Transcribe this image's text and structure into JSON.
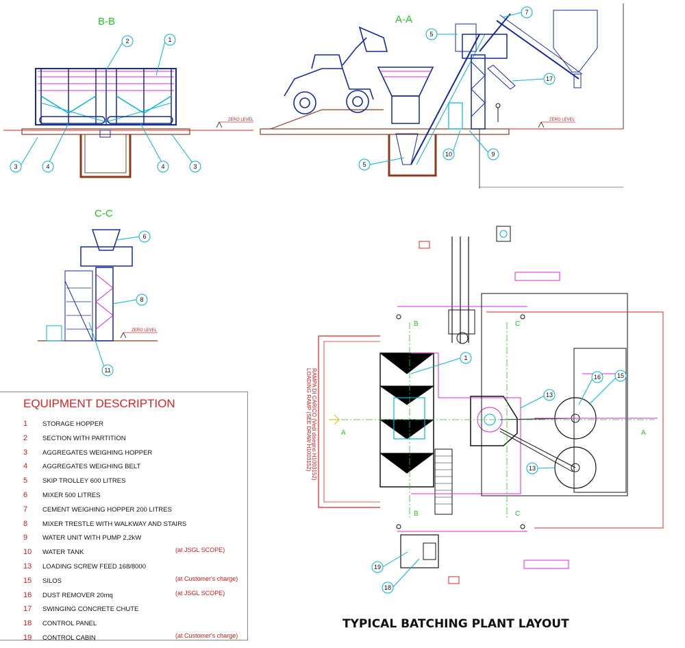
{
  "sections": {
    "bb": "B-B",
    "aa": "A-A",
    "cc": "C-C"
  },
  "zero_level": "ZERO LEVEL",
  "plan": {
    "ramp_line1": "LOADING RAMP (SEE DRAW H1003152)",
    "ramp_line2": "RAMPA DI CARICO (Vedi disegno H1003152)",
    "axis_a": "A",
    "axis_b": "B",
    "axis_c": "C"
  },
  "callouts": {
    "bb": [
      "1",
      "2",
      "3",
      "4",
      "4",
      "3"
    ],
    "aa": [
      "7",
      "5",
      "17",
      "10",
      "9",
      "5"
    ],
    "cc": [
      "6",
      "8",
      "11"
    ],
    "plan": [
      "1",
      "13",
      "16",
      "15",
      "13",
      "19",
      "18"
    ]
  },
  "legend": {
    "title": "EQUIPMENT DESCRIPTION",
    "items": [
      {
        "num": "1",
        "desc": "STORAGE HOPPER",
        "note": ""
      },
      {
        "num": "2",
        "desc": "SECTION WITH PARTITION",
        "note": ""
      },
      {
        "num": "3",
        "desc": "AGGREGATES WEIGHING HOPPER",
        "note": ""
      },
      {
        "num": "4",
        "desc": "AGGREGATES WEIGHING BELT",
        "note": ""
      },
      {
        "num": "5",
        "desc": "SKIP TROLLEY 600 LITRES",
        "note": ""
      },
      {
        "num": "6",
        "desc": "MIXER 500 LITRES",
        "note": ""
      },
      {
        "num": "7",
        "desc": "CEMENT WEIGHING HOPPER 200 LITRES",
        "note": ""
      },
      {
        "num": "8",
        "desc": "MIXER TRESTLE WITH WALKWAY AND STAIRS",
        "note": ""
      },
      {
        "num": "9",
        "desc": "WATER UNIT WITH PUMP 2,2kW",
        "note": ""
      },
      {
        "num": "10",
        "desc": "WATER TANK",
        "note": "(at JSGL SCOPE)"
      },
      {
        "num": "13",
        "desc": "LOADING SCREW FEED 168/8000",
        "note": ""
      },
      {
        "num": "15",
        "desc": "SILOS",
        "note": "(at Customer's charge)"
      },
      {
        "num": "16",
        "desc": "DUST REMOVER 20mq",
        "note": "(at JSGL SCOPE)"
      },
      {
        "num": "17",
        "desc": "SWINGING CONCRETE CHUTE",
        "note": ""
      },
      {
        "num": "18",
        "desc": "CONTROL PANEL",
        "note": ""
      },
      {
        "num": "19",
        "desc": "CONTROL CABIN",
        "note": "(at Customer's charge)"
      }
    ]
  },
  "main_title": "TYPICAL BATCHING PLANT LAYOUT",
  "colors": {
    "blue": "#1428a0",
    "cyan": "#00b4d8",
    "magenta": "#e020e0",
    "red": "#e02020",
    "green": "#22c322",
    "brown": "#8b3a1a",
    "black": "#111111"
  }
}
